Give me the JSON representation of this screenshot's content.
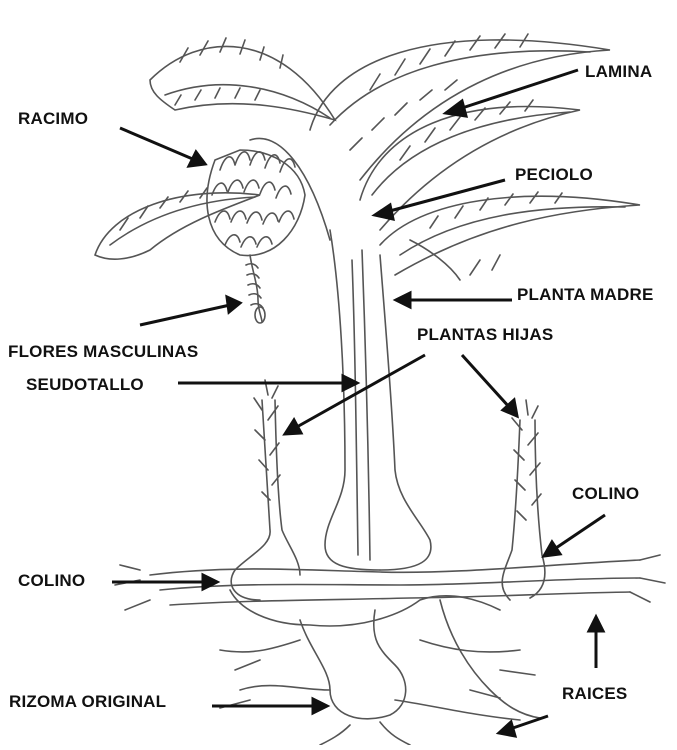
{
  "labels": {
    "lamina": "LAMINA",
    "racimo": "RACIMO",
    "peciolo": "PECIOLO",
    "planta_madre": "PLANTA MADRE",
    "flores_masculinas": "FLORES MASCULINAS",
    "plantas_hijas": "PLANTAS HIJAS",
    "seudotallo": "SEUDOTALLO",
    "colino_right": "COLINO",
    "colino_left": "COLINO",
    "rizoma_original": "RIZOMA ORIGINAL",
    "raices": "RAICES"
  },
  "colors": {
    "ink": "#111111",
    "sketch": "#555555",
    "background": "#ffffff"
  }
}
